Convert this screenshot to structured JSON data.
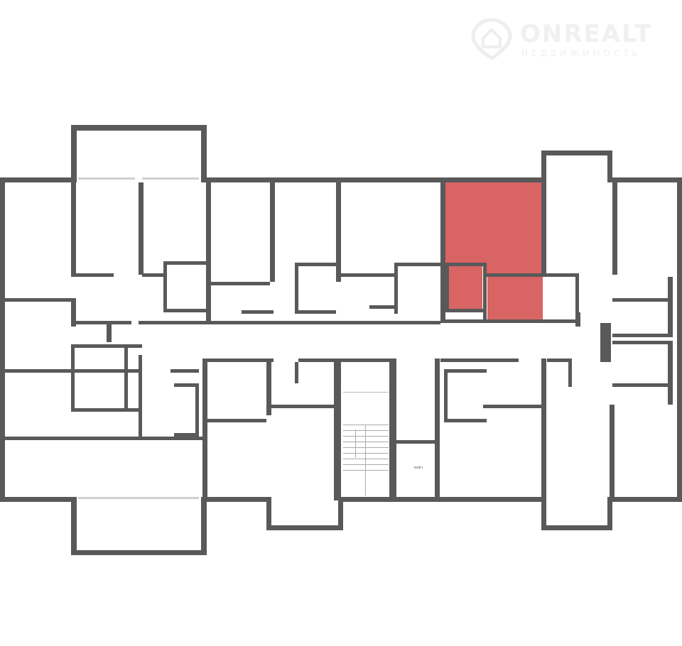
{
  "watermark": {
    "brand": "ONREALT",
    "subtitle": "НЕДВИЖИМОСТЬ"
  },
  "labels": {
    "elevator": "лифт"
  },
  "colors": {
    "wall": "#595959",
    "highlight": "#d96464",
    "window": "#cfcfcf"
  },
  "highlighted_unit": {
    "type": "studio apartment",
    "rooms": [
      "living-room",
      "bathroom",
      "hallway"
    ]
  }
}
